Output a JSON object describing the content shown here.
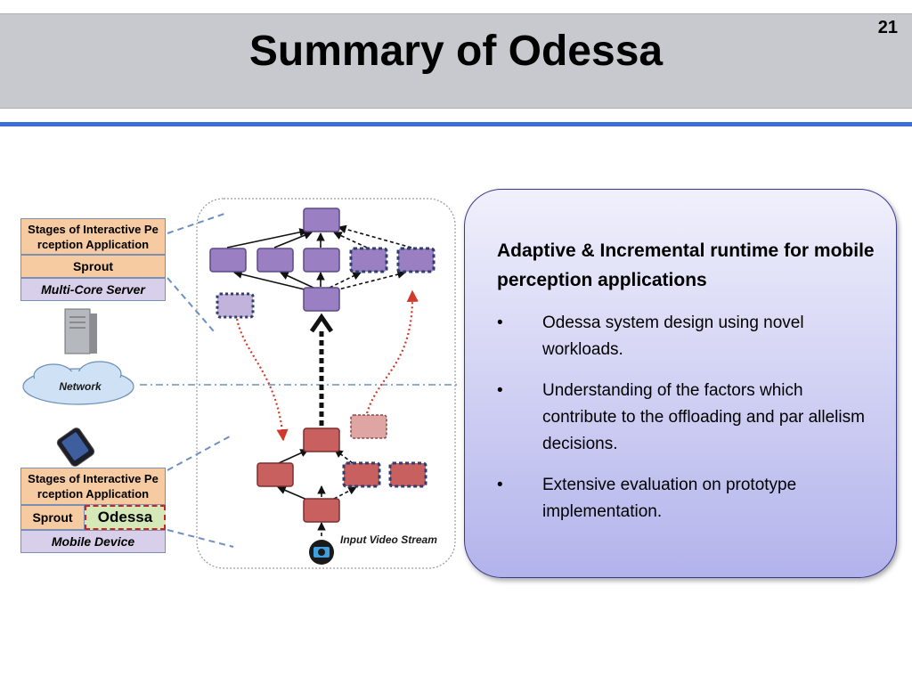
{
  "page": {
    "title": "Summary of Odessa",
    "number": "21"
  },
  "server_stack": {
    "stages": "Stages of Interactive Pe rception Application",
    "sprout": "Sprout",
    "platform": "Multi-Core Server"
  },
  "network_label": "Network",
  "mobile_stack": {
    "stages": "Stages of Interactive Pe rception Application",
    "sprout": "Sprout",
    "odessa": "Odessa",
    "platform": "Mobile Device"
  },
  "input_label": "Input Video Stream",
  "summary": {
    "heading": "Adaptive & Incremental runtime for mobile perception applications",
    "bullets": [
      "Odessa system design using novel workloads.",
      "Understanding of the factors which contribute to the offloading and par allelism decisions.",
      "Extensive evaluation on prototype implementation."
    ],
    "bullet_glyph": "•"
  },
  "colors": {
    "accent_line": "#3a6fd8",
    "server_node": "#9a80c2",
    "mobile_node": "#c8605f",
    "odessa_border": "#cc2222"
  }
}
